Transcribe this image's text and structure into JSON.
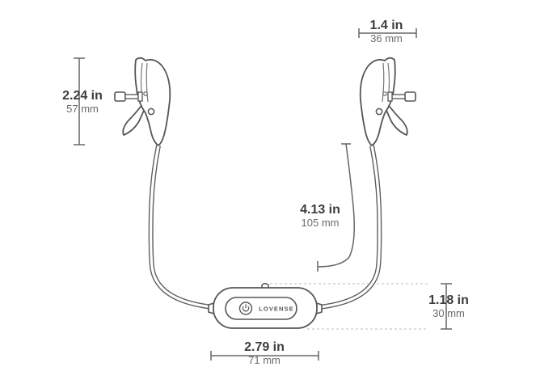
{
  "brand": {
    "logo_text": "LOVENSE"
  },
  "dimensions": {
    "clip_height": {
      "in": "2.24 in",
      "mm": "57 mm"
    },
    "clip_width": {
      "in": "1.4 in",
      "mm": "36 mm"
    },
    "cord_length": {
      "in": "4.13 in",
      "mm": "105 mm"
    },
    "controller_height": {
      "in": "1.18 in",
      "mm": "30 mm"
    },
    "controller_width": {
      "in": "2.79 in",
      "mm": "71 mm"
    }
  }
}
